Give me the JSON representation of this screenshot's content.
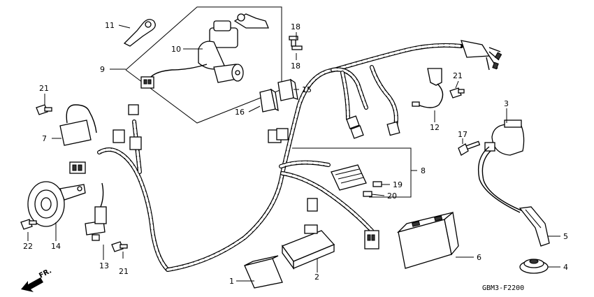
{
  "diagram": {
    "code": "GBM3-F2200",
    "direction": "FR.",
    "callouts": [
      {
        "id": "c1",
        "num": "1"
      },
      {
        "id": "c2",
        "num": "2"
      },
      {
        "id": "c3",
        "num": "3"
      },
      {
        "id": "c4",
        "num": "4"
      },
      {
        "id": "c5",
        "num": "5"
      },
      {
        "id": "c6",
        "num": "6"
      },
      {
        "id": "c7",
        "num": "7"
      },
      {
        "id": "c8",
        "num": "8"
      },
      {
        "id": "c9",
        "num": "9"
      },
      {
        "id": "c10",
        "num": "10"
      },
      {
        "id": "c11",
        "num": "11"
      },
      {
        "id": "c12",
        "num": "12"
      },
      {
        "id": "c13",
        "num": "13"
      },
      {
        "id": "c14",
        "num": "14"
      },
      {
        "id": "c15",
        "num": "15"
      },
      {
        "id": "c16",
        "num": "16"
      },
      {
        "id": "c17",
        "num": "17"
      },
      {
        "id": "c18a",
        "num": "18"
      },
      {
        "id": "c18b",
        "num": "18"
      },
      {
        "id": "c19",
        "num": "19"
      },
      {
        "id": "c20",
        "num": "20"
      },
      {
        "id": "c21a",
        "num": "21"
      },
      {
        "id": "c21b",
        "num": "21"
      },
      {
        "id": "c21c",
        "num": "21"
      },
      {
        "id": "c22",
        "num": "22"
      }
    ]
  }
}
